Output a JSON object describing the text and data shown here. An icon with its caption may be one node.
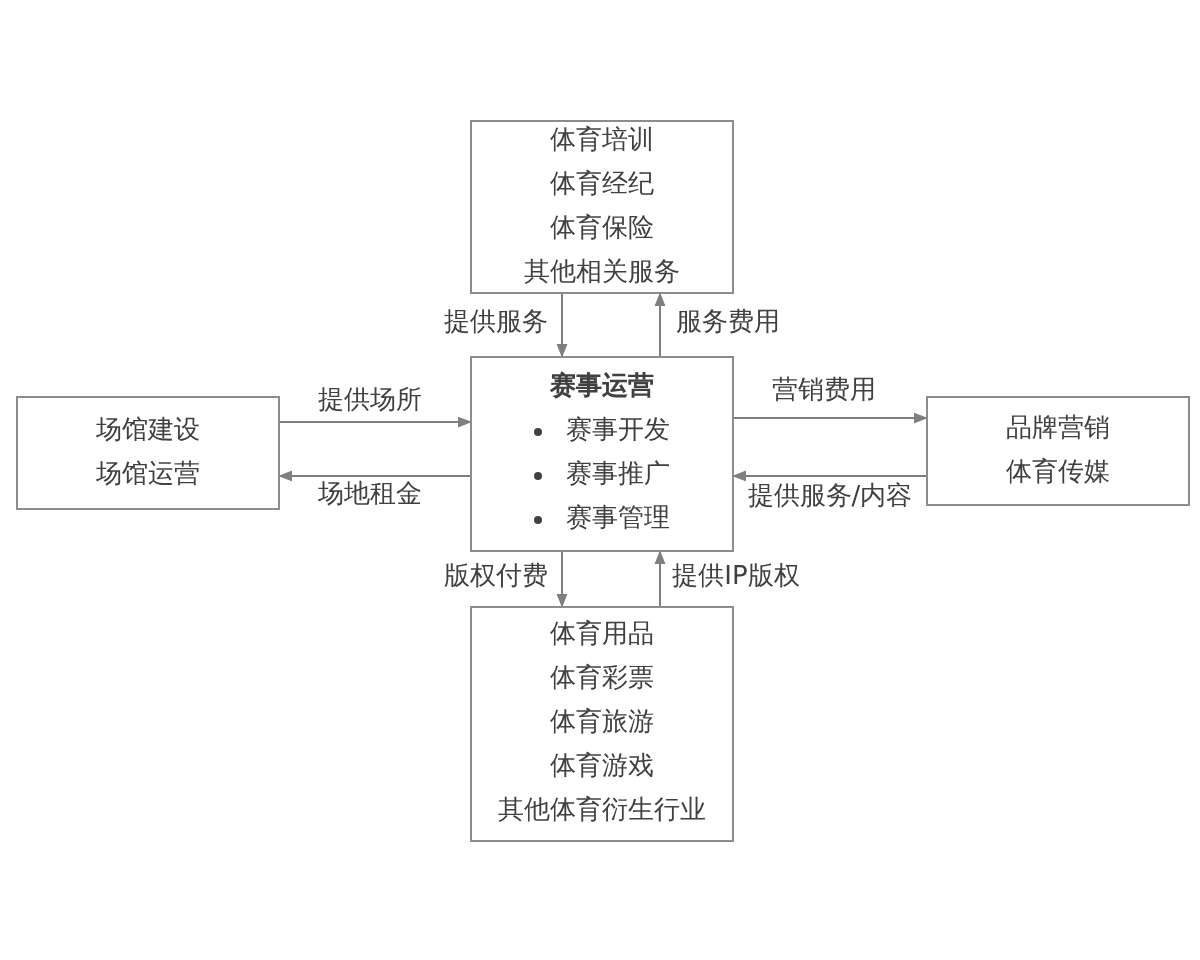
{
  "diagram": {
    "nodes": [
      {
        "text": [
          "体育培训",
          "体育经纪",
          "体育保险",
          "其他相关服务"
        ]
      },
      {
        "text": [
          "场馆建设",
          "场馆运营"
        ]
      },
      {
        "text": [
          "赛事运营",
          "赛事开发",
          "赛事推广",
          "赛事管理"
        ]
      },
      {
        "text": [
          "品牌营销",
          "体育传媒"
        ]
      },
      {
        "text": [
          "体育用品",
          "体育彩票",
          "体育旅游",
          "体育游戏",
          "其他体育衍生行业"
        ]
      }
    ],
    "edges": [
      {
        "from": 0,
        "to": 2,
        "arrow": "to",
        "label": "提供服务"
      },
      {
        "from": 2,
        "to": 0,
        "arrow": "to",
        "label": "服务费用"
      },
      {
        "from": 1,
        "to": 2,
        "arrow": "to",
        "label": "提供场所"
      },
      {
        "from": 2,
        "to": 1,
        "arrow": "to",
        "label": "场地租金"
      },
      {
        "from": 2,
        "to": 3,
        "arrow": "to",
        "label": "营销费用"
      },
      {
        "from": 3,
        "to": 2,
        "arrow": "to",
        "label": "提供服务/内容"
      },
      {
        "from": 2,
        "to": 4,
        "arrow": "to",
        "label": "版权付费"
      },
      {
        "from": 4,
        "to": 2,
        "arrow": "to",
        "label": "提供IP版权"
      }
    ]
  }
}
